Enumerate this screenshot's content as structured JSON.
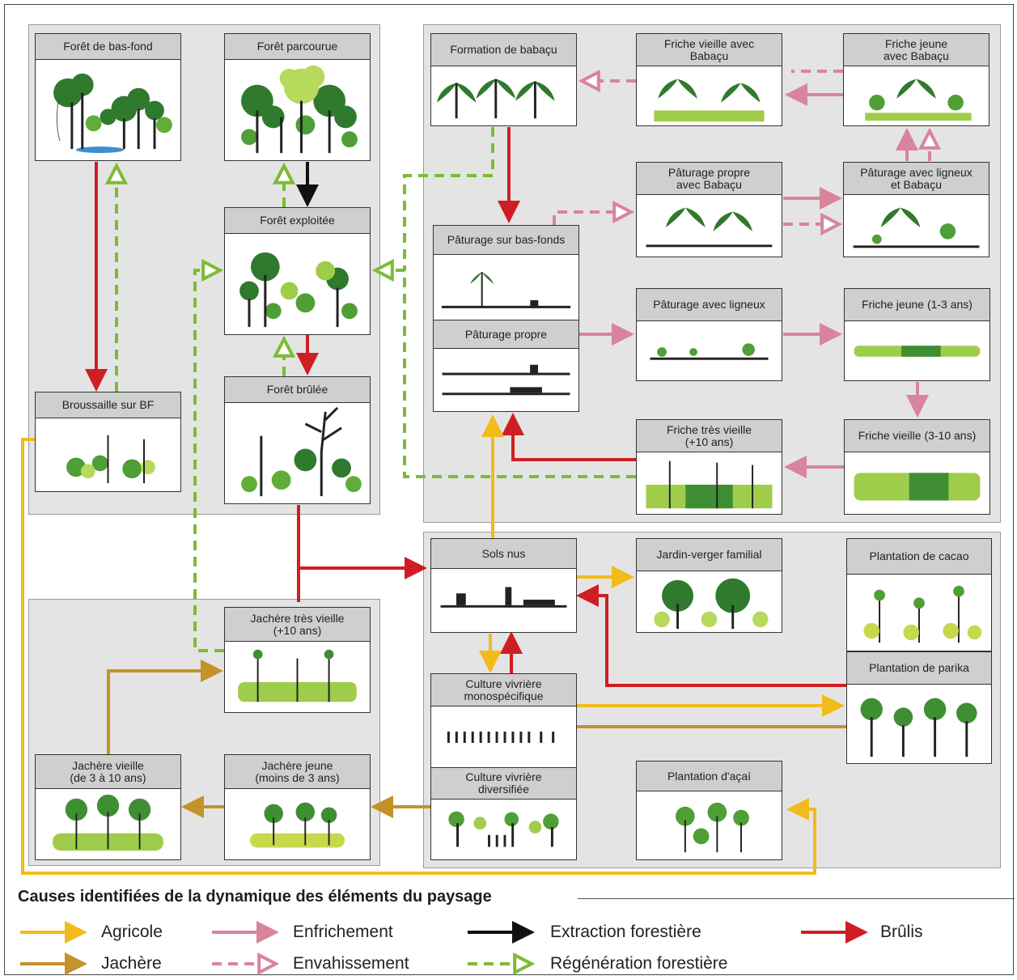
{
  "colors": {
    "agricole": "#f2bb1c",
    "jachere": "#c3922a",
    "enfrichement": "#d9849c",
    "extraction": "#111111",
    "brulis": "#cf1e23",
    "regeneration": "#7dbb35"
  },
  "nodes": {
    "foret_bas_fond": "Forêt de bas-fond",
    "foret_parcourue": "Forêt parcourue",
    "foret_exploitee": "Forêt exploitée",
    "foret_brulee": "Forêt brûlée",
    "broussaille_bf": "Broussaille sur BF",
    "formation_babacu": "Formation de babaçu",
    "friche_vieille_babacu": "Friche vieille avec\nBabaçu",
    "friche_jeune_babacu": "Friche jeune\navec Babaçu",
    "paturage_bas_fonds": "Pâturage sur bas-fonds",
    "paturage_propre": "Pâturage propre",
    "paturage_propre_babacu": "Pâturage propre\navec Babaçu",
    "paturage_ligneux_babacu": "Pâturage avec ligneux\net Babaçu",
    "paturage_ligneux": "Pâturage avec ligneux",
    "friche_jeune": "Friche jeune (1-3 ans)",
    "friche_tres_vieille": "Friche très vieille\n(+10 ans)",
    "friche_vieille": "Friche vieille (3-10 ans)",
    "sols_nus": "Sols nus",
    "jardin_verger": "Jardin-verger familial",
    "plantation_cacao": "Plantation de cacao",
    "plantation_parika": "Plantation de parika",
    "jachere_tres_vieille": "Jachère très vieille\n(+10 ans)",
    "culture_mono": "Culture vivrière\nmonospécifique",
    "culture_div": "Culture vivrière\ndiversifiée",
    "jachere_vieille": "Jachère vieille\n(de 3 à 10 ans)",
    "jachere_jeune": "Jachère jeune\n(moins de 3 ans)",
    "plantation_acai": "Plantation d'açaí"
  },
  "legend": {
    "title": "Causes identifiées de la dynamique des éléments du paysage",
    "items": [
      {
        "label": "Agricole",
        "color": "#f2bb1c",
        "style": "solid"
      },
      {
        "label": "Enfrichement",
        "color": "#d9849c",
        "style": "solid"
      },
      {
        "label": "Extraction forestière",
        "color": "#111111",
        "style": "solid"
      },
      {
        "label": "Brûlis",
        "color": "#cf1e23",
        "style": "solid"
      },
      {
        "label": "Jachère",
        "color": "#c3922a",
        "style": "solid"
      },
      {
        "label": "Envahissement",
        "color": "#d9849c",
        "style": "dashed"
      },
      {
        "label": "Régénération forestière",
        "color": "#7dbb35",
        "style": "dashed"
      }
    ]
  }
}
